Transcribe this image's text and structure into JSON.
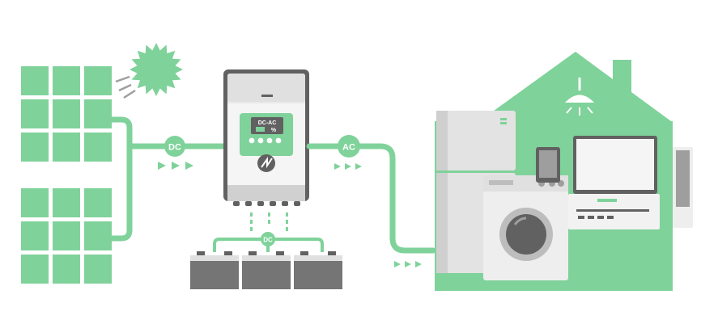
{
  "labels": {
    "dc_panel": "DC",
    "ac": "AC",
    "dc_battery": "DC",
    "inverter_display": "DC-AC",
    "inverter_percent": "%"
  },
  "colors": {
    "green": "#7fd29a",
    "green_dark": "#5cbf7e",
    "gray_dark": "#616161",
    "gray_mid": "#9e9e9e",
    "gray_light": "#e0e0e0",
    "white": "#ffffff"
  },
  "icons": [
    "sun-icon",
    "solar-panel-icon",
    "inverter-icon",
    "battery-icon",
    "house-icon",
    "lamp-icon",
    "refrigerator-icon",
    "washing-machine-icon",
    "tv-icon",
    "speaker-icon",
    "arrow-right-icon"
  ]
}
